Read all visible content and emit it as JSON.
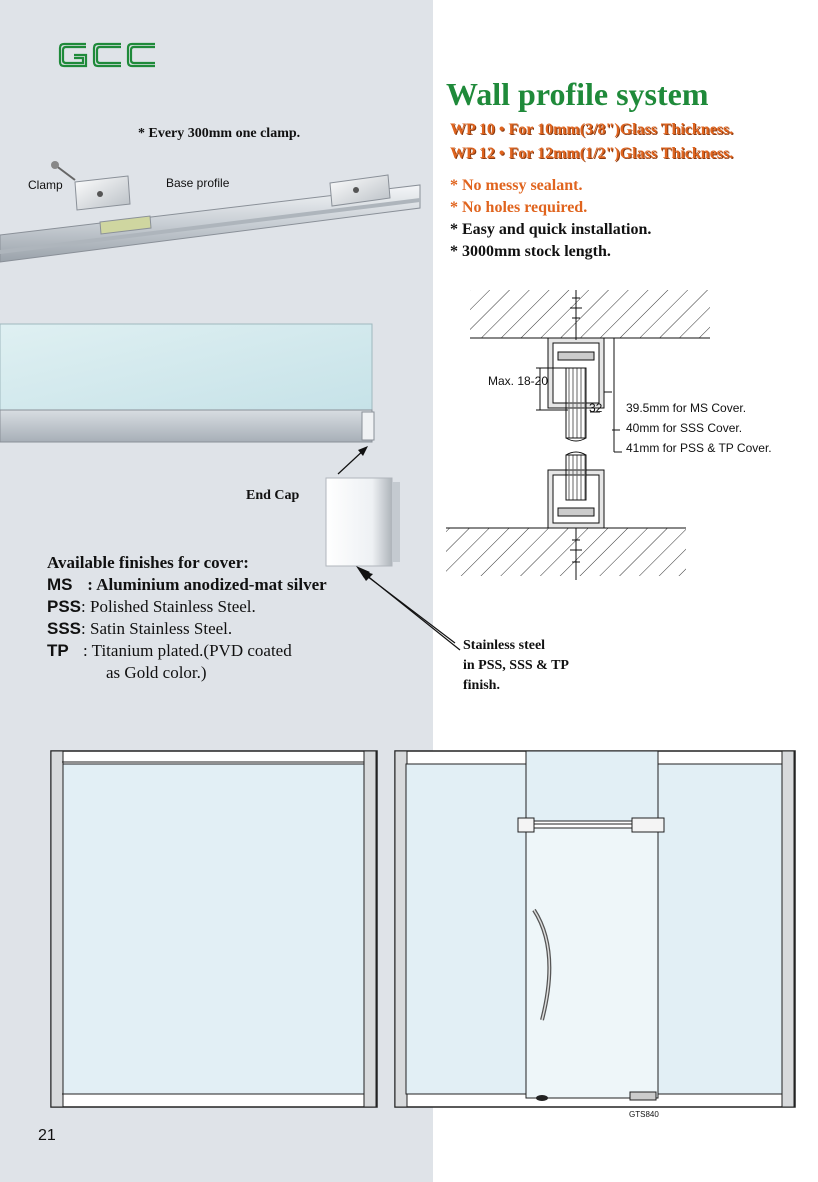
{
  "brand": {
    "logo_text": "GCC"
  },
  "title": "Wall profile system",
  "specs": [
    "WP 10 • For 10mm(3/8\")Glass Thickness.",
    "WP 12 • For 12mm(1/2\")Glass Thickness."
  ],
  "features": [
    "* No messy sealant.",
    "* No holes required.",
    "* Easy and quick installation.",
    "* 3000mm stock length."
  ],
  "clamp_note": "* Every 300mm one clamp.",
  "labels": {
    "clamp": "Clamp",
    "base_profile": "Base profile",
    "end_cap": "End Cap"
  },
  "drawing": {
    "max": "Max. 18-20",
    "dim_32": "32",
    "cover_ms": "39.5mm for MS Cover.",
    "cover_sss": "40mm for SSS Cover.",
    "cover_pss_tp": "41mm for PSS & TP Cover."
  },
  "finishes": {
    "heading": "Available finishes for cover:",
    "items": [
      {
        "code": "MS",
        "desc": ": Aluminium anodized-mat silver"
      },
      {
        "code": "PSS",
        "desc": ": Polished Stainless Steel."
      },
      {
        "code": "SSS",
        "desc": ": Satin Stainless Steel."
      },
      {
        "code": "TP",
        "desc": ": Titanium plated.(PVD coated"
      }
    ],
    "tp_cont": "as Gold color.)"
  },
  "stainless_note": [
    "Stainless steel",
    "in PSS, SSS & TP",
    "finish."
  ],
  "fixture_code": "GTS840",
  "page_number": "21",
  "colors": {
    "title_green": "#1f8a3a",
    "orange": "#e0641e",
    "left_bg": "#dfe3e8",
    "glass": "#e2eff5"
  }
}
